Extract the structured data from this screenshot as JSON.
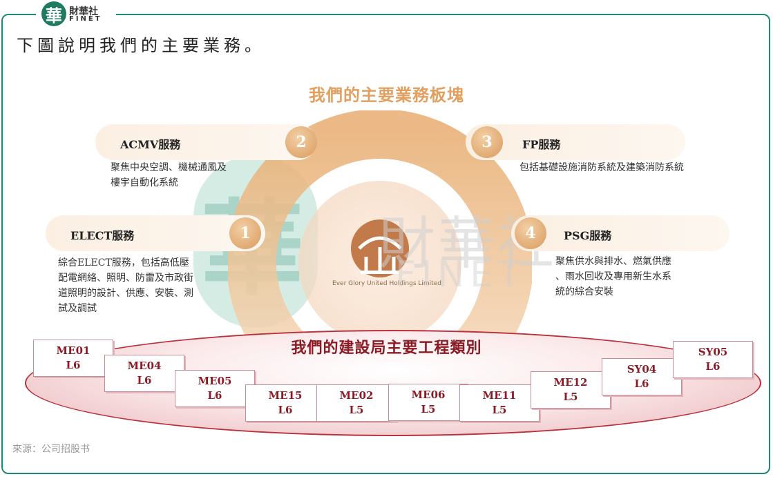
{
  "brand": {
    "logo_char": "華",
    "name_cn": "財華社",
    "name_en": "FINET"
  },
  "intro": "下圖說明我們的主要業務。",
  "section_title": "我們的主要業務板塊",
  "segments": [
    {
      "number": "2",
      "label": "ACMV服務",
      "desc": [
        "聚焦中央空調、機械通風及",
        "樓宇自動化系統"
      ]
    },
    {
      "number": "3",
      "label": "FP服務",
      "desc": [
        "包括基礎設施消防系統及建築消防系統"
      ]
    },
    {
      "number": "1",
      "label": "ELECT服務",
      "desc": [
        "綜合ELECT服務，包括高低壓",
        "配電網絡、照明、防雷及市政街",
        "道照明的設計、供應、安裝、測",
        "試及調試"
      ]
    },
    {
      "number": "4",
      "label": "PSG服務",
      "desc": [
        "聚焦供水與排水、燃氣供應",
        "、雨水回收及專用新生水系",
        "統的綜合安裝"
      ]
    }
  ],
  "company_logo_text": "Ever Glory United Holdings Limited",
  "watermark": {
    "cn": "財華社",
    "en": "FINET",
    "char": "華"
  },
  "works_title": "我們的建設局主要工程類別",
  "works": [
    {
      "code": "ME01",
      "level": "L6"
    },
    {
      "code": "ME04",
      "level": "L6"
    },
    {
      "code": "ME05",
      "level": "L6"
    },
    {
      "code": "ME15",
      "level": "L6"
    },
    {
      "code": "ME02",
      "level": "L5"
    },
    {
      "code": "ME06",
      "level": "L5"
    },
    {
      "code": "ME11",
      "level": "L5"
    },
    {
      "code": "ME12",
      "level": "L5"
    },
    {
      "code": "SY04",
      "level": "L6"
    },
    {
      "code": "SY05",
      "level": "L6"
    }
  ],
  "source": "來源：公司招股书",
  "colors": {
    "frame": "#1f8a72",
    "accent": "#e2a060",
    "works": "#8b1a25"
  }
}
